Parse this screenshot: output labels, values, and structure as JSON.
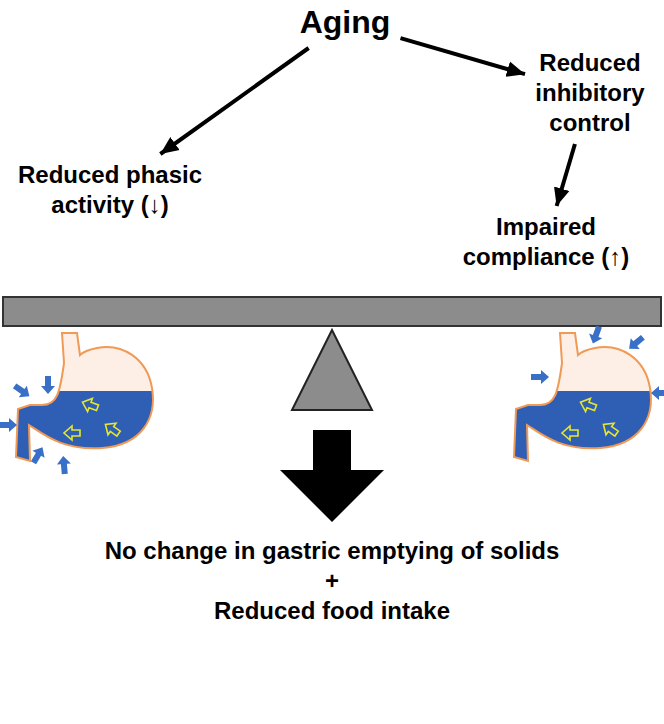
{
  "diagram": {
    "nodes": [
      {
        "text": [
          "Aging"
        ]
      },
      {
        "text": [
          "Reduced inhibitory control"
        ]
      },
      {
        "text": [
          "Reduced phasic activity (↓)"
        ]
      },
      {
        "text": [
          "Impaired compliance (↑)"
        ]
      },
      {
        "text": [
          "No change in gastric emptying of solids",
          "+",
          "Reduced food intake"
        ]
      }
    ],
    "edges": [
      {
        "from": 0,
        "to": 2,
        "arrow": "to"
      },
      {
        "from": 0,
        "to": 1,
        "arrow": "to"
      },
      {
        "from": 1,
        "to": 3,
        "arrow": "to"
      }
    ]
  }
}
